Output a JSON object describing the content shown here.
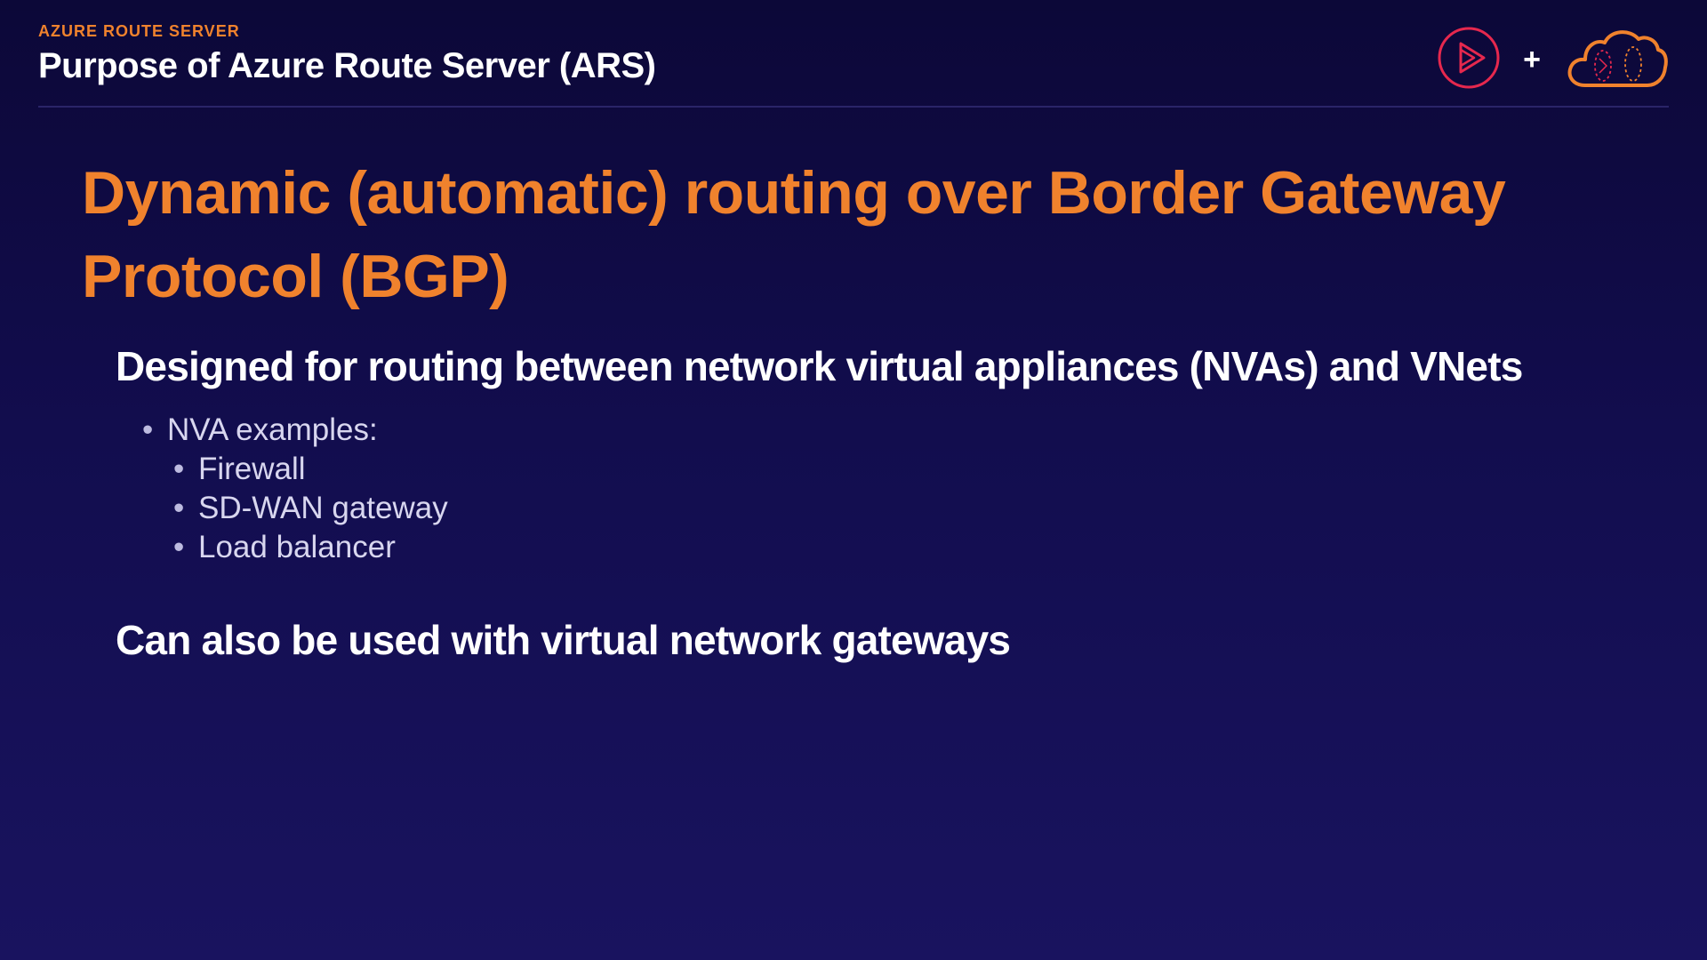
{
  "header": {
    "eyebrow": "AZURE ROUTE SERVER",
    "title": "Purpose of Azure Route Server (ARS)",
    "plus": "+"
  },
  "logos": {
    "left": "play-icon",
    "right": "cloud-icon",
    "accent_red": "#e6284e",
    "accent_orange": "#f0822d"
  },
  "content": {
    "headline": "Dynamic (automatic) routing over Border Gateway Protocol (BGP)",
    "point1": "Designed for routing between network virtual appliances (NVAs) and VNets",
    "bullets": [
      {
        "text": "NVA examples:",
        "level": 1
      },
      {
        "text": "Firewall",
        "level": 2
      },
      {
        "text": "SD-WAN gateway",
        "level": 2
      },
      {
        "text": "Load balancer",
        "level": 2
      }
    ],
    "point2": "Can also be used with virtual network gateways"
  },
  "colors": {
    "background_top": "#0c0838",
    "background_bottom": "#19135f",
    "headline": "#f0822d",
    "text": "#ffffff"
  }
}
